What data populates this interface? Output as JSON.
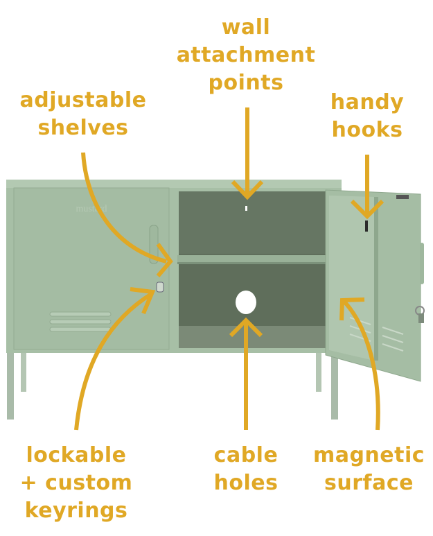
{
  "colors": {
    "accent": "#e0a825",
    "cabinet": "#a7bfa6",
    "cabinet_dark": "#8fa88f",
    "interior": "#5f6f5c",
    "interior_light": "#7a8a76",
    "background": "#ffffff"
  },
  "annotations": {
    "wall": {
      "lines": [
        "wall",
        "attachment",
        "points"
      ]
    },
    "adjustable": {
      "lines": [
        "adjustable",
        "shelves"
      ]
    },
    "hooks": {
      "lines": [
        "handy",
        "hooks"
      ]
    },
    "lockable": {
      "lines": [
        "lockable",
        "+ custom",
        "keyrings"
      ]
    },
    "cable": {
      "lines": [
        "cable",
        "holes"
      ]
    },
    "magnetic": {
      "lines": [
        "magnetic",
        "surface"
      ]
    }
  },
  "product": {
    "brand_embossing": "mustard"
  }
}
